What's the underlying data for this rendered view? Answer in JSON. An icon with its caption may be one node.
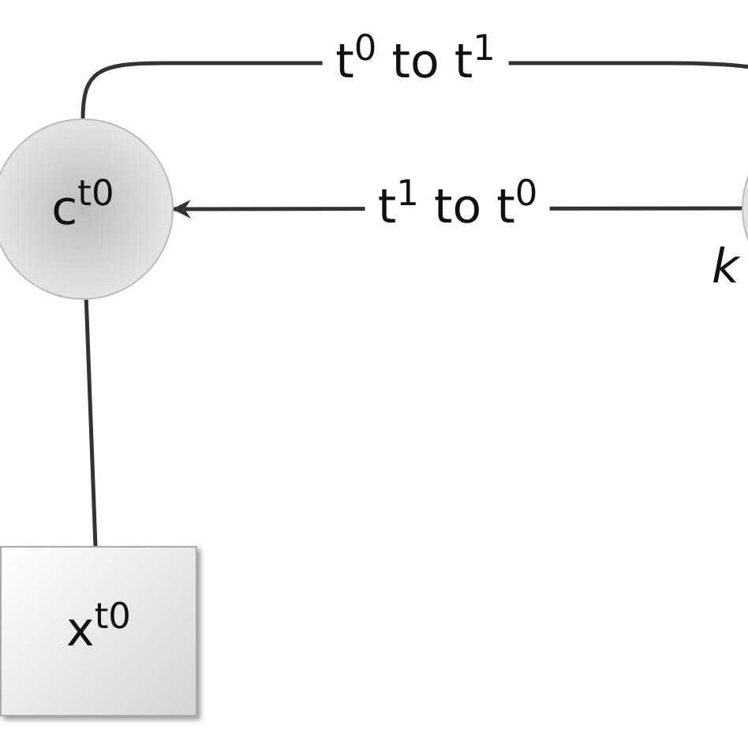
{
  "diagram": {
    "nodes": [
      {
        "text": [
          "c$^{t0}$"
        ]
      },
      {
        "text": [
          "x$^{t0}$"
        ]
      },
      {
        "text": [],
        "shape": "circle",
        "beside": [
          "k"
        ]
      }
    ],
    "edges": [
      {
        "from": 0,
        "to": 2,
        "arrow": "none",
        "label": "t$^{0}$ to t$^{1}$"
      },
      {
        "from": 2,
        "to": 0,
        "arrow": "to",
        "label": "t$^{1}$ to t$^{0}$"
      },
      {
        "from": 0,
        "to": 1,
        "arrow": "none"
      }
    ]
  }
}
